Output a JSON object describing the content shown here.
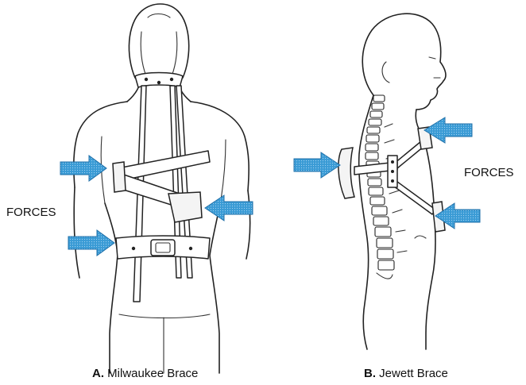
{
  "figure": {
    "left_force_label": "FORCES",
    "right_force_label": "FORCES",
    "caption_a_letter": "A.",
    "caption_a_text": "Milwaukee Brace",
    "caption_b_letter": "B.",
    "caption_b_text": "Jewett Brace",
    "arrow_color": "#3a9bd5",
    "arrow_edge_color": "#1f6fa8",
    "line_color": "#222222"
  }
}
